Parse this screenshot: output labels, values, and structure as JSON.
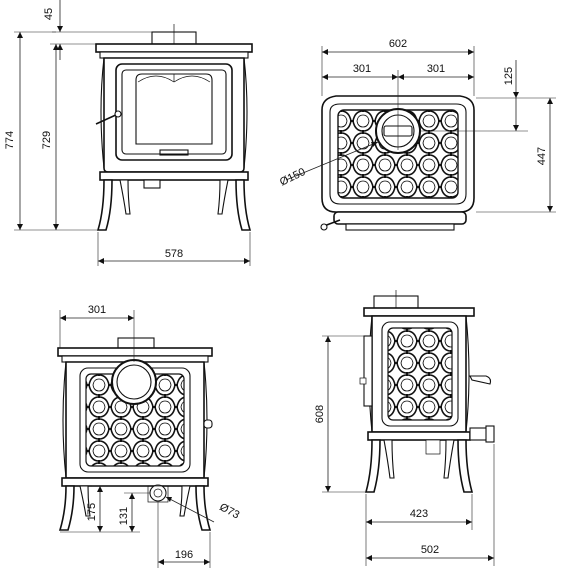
{
  "dimensions": {
    "front_flue_height": "45",
    "front_total_height": "774",
    "front_top_height": "729",
    "front_width": "578",
    "top_width": "602",
    "top_left_half": "301",
    "top_right_half": "301",
    "top_flue_offset": "125",
    "top_depth": "447",
    "top_flue_diameter": "Ø150",
    "rear_half_width": "301",
    "rear_outlet_height": "175",
    "rear_outlet_center": "131",
    "rear_outlet_diameter": "Ø73",
    "rear_outlet_offset": "196",
    "side_height": "608",
    "side_leg_width": "423",
    "side_total_depth": "502"
  }
}
